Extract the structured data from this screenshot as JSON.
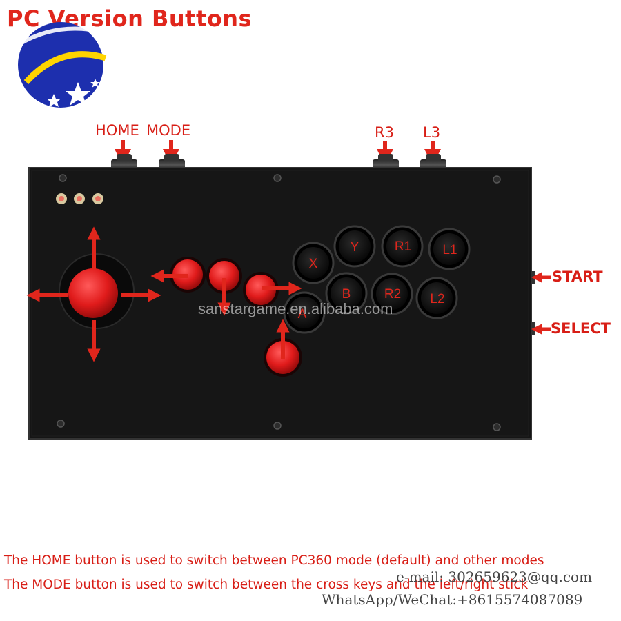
{
  "title": "PC Version Buttons",
  "top_labels": {
    "home": "HOME",
    "mode": "MODE",
    "r3": "R3",
    "l3": "L3"
  },
  "side_labels": {
    "start": "START",
    "select": "SELECT"
  },
  "face_buttons": {
    "x": "X",
    "y": "Y",
    "r1": "R1",
    "l1": "L1",
    "b": "B",
    "r2": "R2",
    "l2": "L2",
    "a": "A"
  },
  "watermark": "sanstargame.en.alibaba.com",
  "notes": {
    "home": "The HOME button is used to switch between PC360 mode (default) and other modes",
    "mode": "The MODE button is used to switch between the cross keys and the left/right stick"
  },
  "contact": {
    "email": "e-mail: 302659623@qq.com",
    "phone": "WhatsApp/WeChat:+8615574087089"
  },
  "colors": {
    "accent": "#e0261c",
    "panel": "#141414",
    "button_red": "#e01b1b",
    "button_black": "#111111"
  },
  "icons": [
    "logo-icon",
    "arrow-down-icon",
    "arrow-left-icon",
    "arrow-up-icon",
    "arrow-right-icon",
    "screw-icon",
    "led-icon"
  ]
}
